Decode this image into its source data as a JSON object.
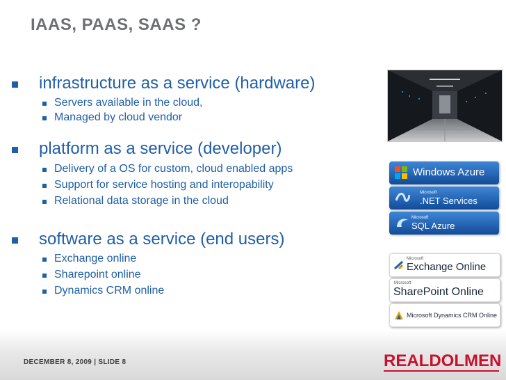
{
  "slide": {
    "title": "IAAS, PAAS, SAAS ?",
    "sections": [
      {
        "heading": "infrastructure as a service (hardware)",
        "items": [
          "Servers available in the cloud,",
          "Managed by cloud vendor"
        ]
      },
      {
        "heading": "platform as a service (developer)",
        "items": [
          "Delivery of a OS for custom, cloud enabled apps",
          "Support for service hosting and interopability",
          "Relational data storage in the cloud"
        ]
      },
      {
        "heading": "software as a service (end users)",
        "items": [
          "Exchange online",
          "Sharepoint online",
          "Dynamics CRM online"
        ]
      }
    ],
    "logos": {
      "windows_azure": "Windows Azure",
      "net_services_small": "Microsoft",
      "net_services": ".NET Services",
      "sql_azure_small": "Microsoft",
      "sql_azure": "SQL Azure",
      "exchange_small": "Microsoft",
      "exchange": "Exchange Online",
      "sharepoint_small": "Microsoft",
      "sharepoint": "SharePoint Online",
      "dynamics": "Microsoft Dynamics CRM Online"
    },
    "footer": {
      "date_slide": "DECEMBER 8, 2009 | SLIDE 8",
      "brand_part1": "REAL",
      "brand_part2": "DOLMEN"
    },
    "colors": {
      "accent_blue": "#1f5fa8",
      "title_gray": "#6d6f72",
      "brand_red": "#c8102e"
    }
  }
}
